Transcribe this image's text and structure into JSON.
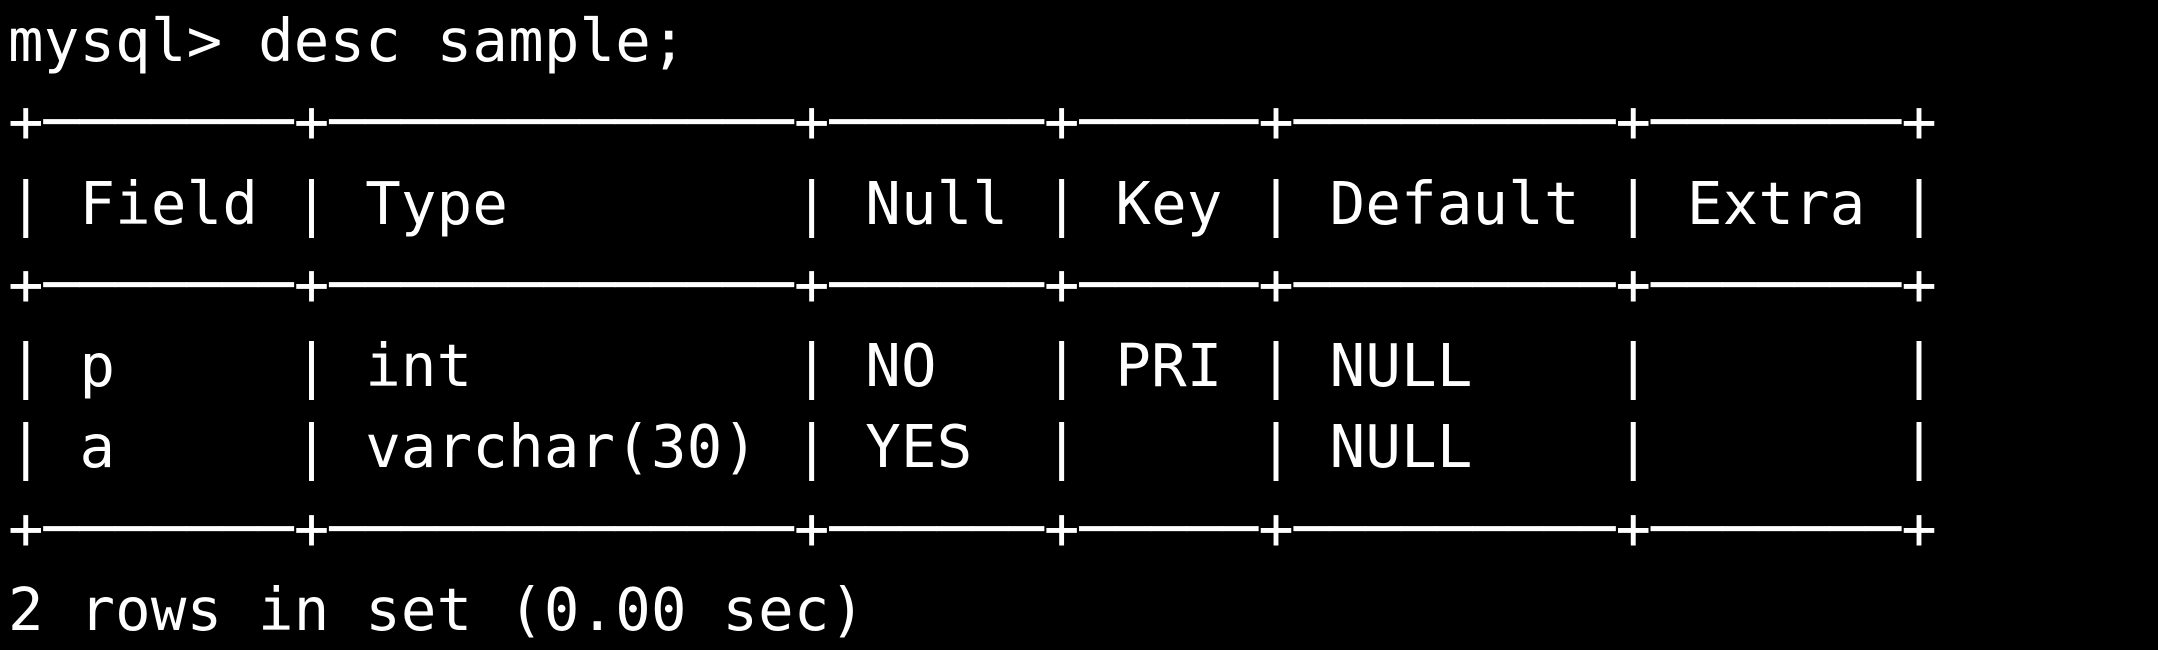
{
  "app": "terminal",
  "colors": {
    "background": "#000000",
    "foreground": "#ffffff"
  },
  "terminal": {
    "prompt": "mysql> ",
    "command": "desc sample;",
    "lines": {
      "border": "+───────+─────────────+──────+─────+─────────+───────+",
      "header": "| Field | Type        | Null | Key | Default | Extra |",
      "row_p": "| p     | int         | NO   | PRI | NULL    |       |",
      "row_a": "| a     | varchar(30) | YES  |     | NULL    |       |",
      "status": "2 rows in set (0.00 sec)"
    },
    "result_table": {
      "columns": [
        "Field",
        "Type",
        "Null",
        "Key",
        "Default",
        "Extra"
      ],
      "rows": [
        {
          "Field": "p",
          "Type": "int",
          "Null": "NO",
          "Key": "PRI",
          "Default": "NULL",
          "Extra": ""
        },
        {
          "Field": "a",
          "Type": "varchar(30)",
          "Null": "YES",
          "Key": "",
          "Default": "NULL",
          "Extra": ""
        }
      ],
      "row_count_summary": "2 rows in set (0.00 sec)"
    }
  }
}
